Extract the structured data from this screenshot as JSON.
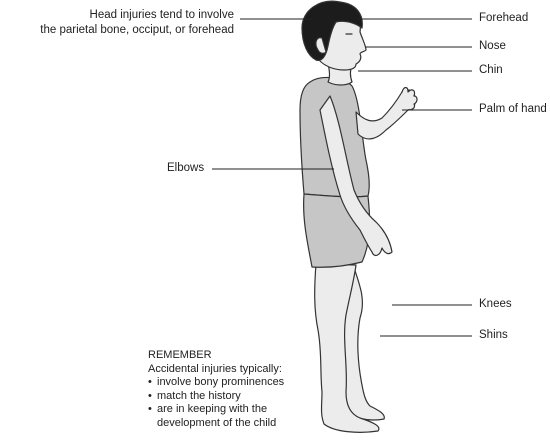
{
  "labels": {
    "head_line1": "Head injuries tend to involve",
    "head_line2": "the parietal bone, occiput, or forehead",
    "forehead": "Forehead",
    "nose": "Nose",
    "chin": "Chin",
    "palm": "Palm of hand",
    "elbows": "Elbows",
    "knees": "Knees",
    "shins": "Shins"
  },
  "note": {
    "heading": "REMEMBER",
    "intro": "Accidental injuries typically:",
    "bullets": [
      "involve bony prominences",
      "match the history",
      "are in keeping with the",
      "development of the child"
    ]
  },
  "colors": {
    "skin": "#ececec",
    "clothing": "#c6c6c6",
    "hair": "#1c1c1c",
    "outline": "#333333",
    "leader": "#222222"
  }
}
